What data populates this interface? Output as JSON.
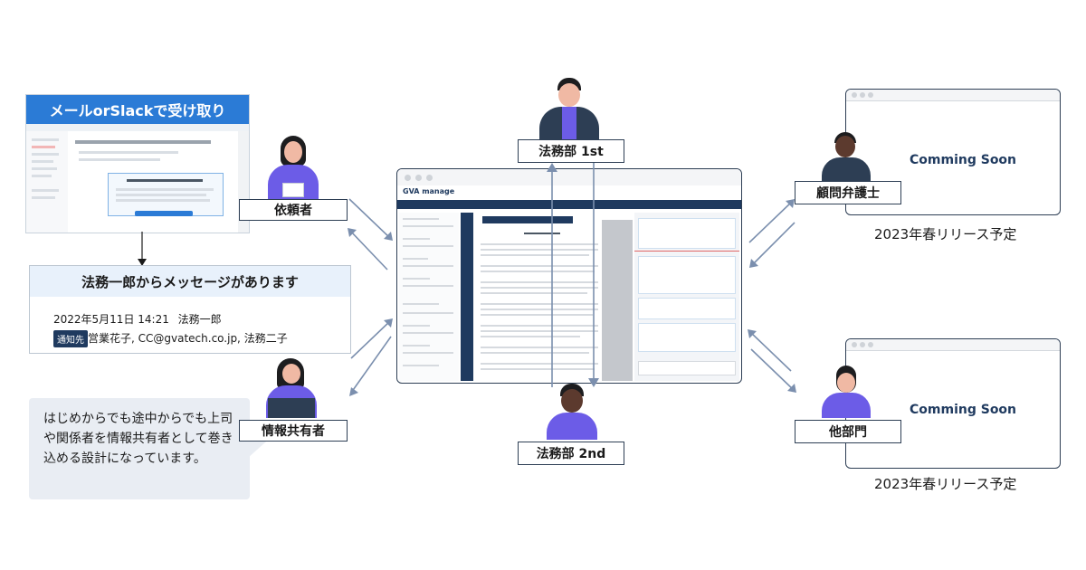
{
  "email_banner": "メールorSlackで受け取り",
  "notification": {
    "title": "法務一郎からメッセージがあります",
    "datetime": "2022年5月11日 14:21",
    "sender": "法務一郎",
    "tag": "通知先",
    "recipients": "営業花子, CC@gvatech.co.jp, 法務二子"
  },
  "bubble": {
    "text": "はじめからでも途中からでも上司や関係者を情報共有者として巻き込める設計になっています。"
  },
  "roles": {
    "requester": "依頼者",
    "info_sharer": "情報共有者",
    "legal_1st": "法務部 1st",
    "legal_2nd": "法務部 2nd",
    "counsel": "顧問弁護士",
    "other_dept": "他部門"
  },
  "app": {
    "logo": "GVA manage"
  },
  "browsers": [
    {
      "text": "Comming Soon",
      "release": "2023年春リリース予定"
    },
    {
      "text": "Comming Soon",
      "release": "2023年春リリース予定"
    }
  ],
  "colors": {
    "accent_blue": "#2b7bd6",
    "navy": "#1f3a5f",
    "arrow": "#7b8fae",
    "person_purple": "#6c5ce7"
  }
}
